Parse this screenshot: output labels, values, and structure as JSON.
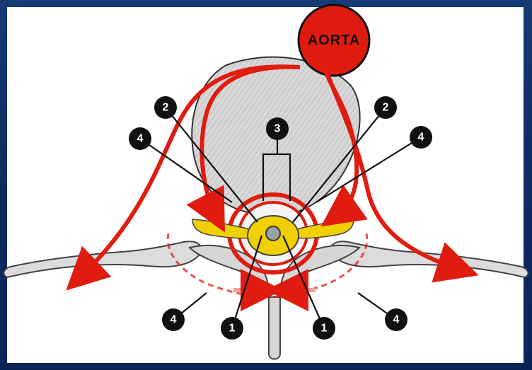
{
  "diagram": {
    "vessel_label": "AORTA",
    "callouts": [
      {
        "id": "c2-left",
        "text": "2"
      },
      {
        "id": "c2-right",
        "text": "2"
      },
      {
        "id": "c3",
        "text": "3"
      },
      {
        "id": "c4-upper-left",
        "text": "4"
      },
      {
        "id": "c4-upper-right",
        "text": "4"
      },
      {
        "id": "c4-lower-left",
        "text": "4"
      },
      {
        "id": "c4-lower-right",
        "text": "4"
      },
      {
        "id": "c1-left",
        "text": "1"
      },
      {
        "id": "c1-right",
        "text": "1"
      }
    ],
    "colors": {
      "artery": "#e01b0f",
      "artery_light": "#f2a19a",
      "bone": "#d9d9d9",
      "bone_outline": "#555555",
      "nerve": "#f0d000",
      "frame": "#0f2a5c"
    }
  }
}
